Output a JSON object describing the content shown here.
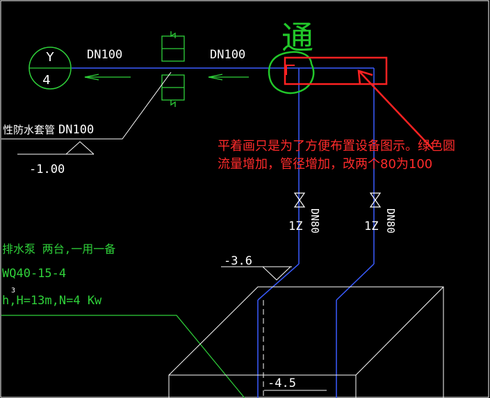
{
  "drawing": {
    "marker_top": "Y",
    "marker_bottom": "4",
    "pipe_label_left": "DN100",
    "pipe_label_right": "DN100",
    "sleeve_label": "性防水套管",
    "sleeve_dn": "DN100",
    "elev_1": "-1.00",
    "valve_tag_1": "1Z",
    "valve_tag_2": "1Z",
    "valve_dn_1": "DN80",
    "valve_dn_2": "DN80",
    "elev_2": "-3.6",
    "pump_line1": "排水泵  两台,一用一备",
    "pump_line2": "WQ40-15-4",
    "pump_sup": "3",
    "pump_line3": "h,H=13m,N=4 Kw",
    "elev_3": "-4.5"
  },
  "annotation": {
    "handwritten": "通",
    "note_line1": "平着画只是为了方便布置设备图示。绿色圆",
    "note_line2": "流量增加，管径增加，改两个80为100"
  },
  "colors": {
    "background": "#000000",
    "pipe_blue": "#3a5cff",
    "cad_white": "#ffffff",
    "cad_green": "#2fd13a",
    "markup_red": "#ff2222",
    "markup_green": "#22c82a"
  }
}
